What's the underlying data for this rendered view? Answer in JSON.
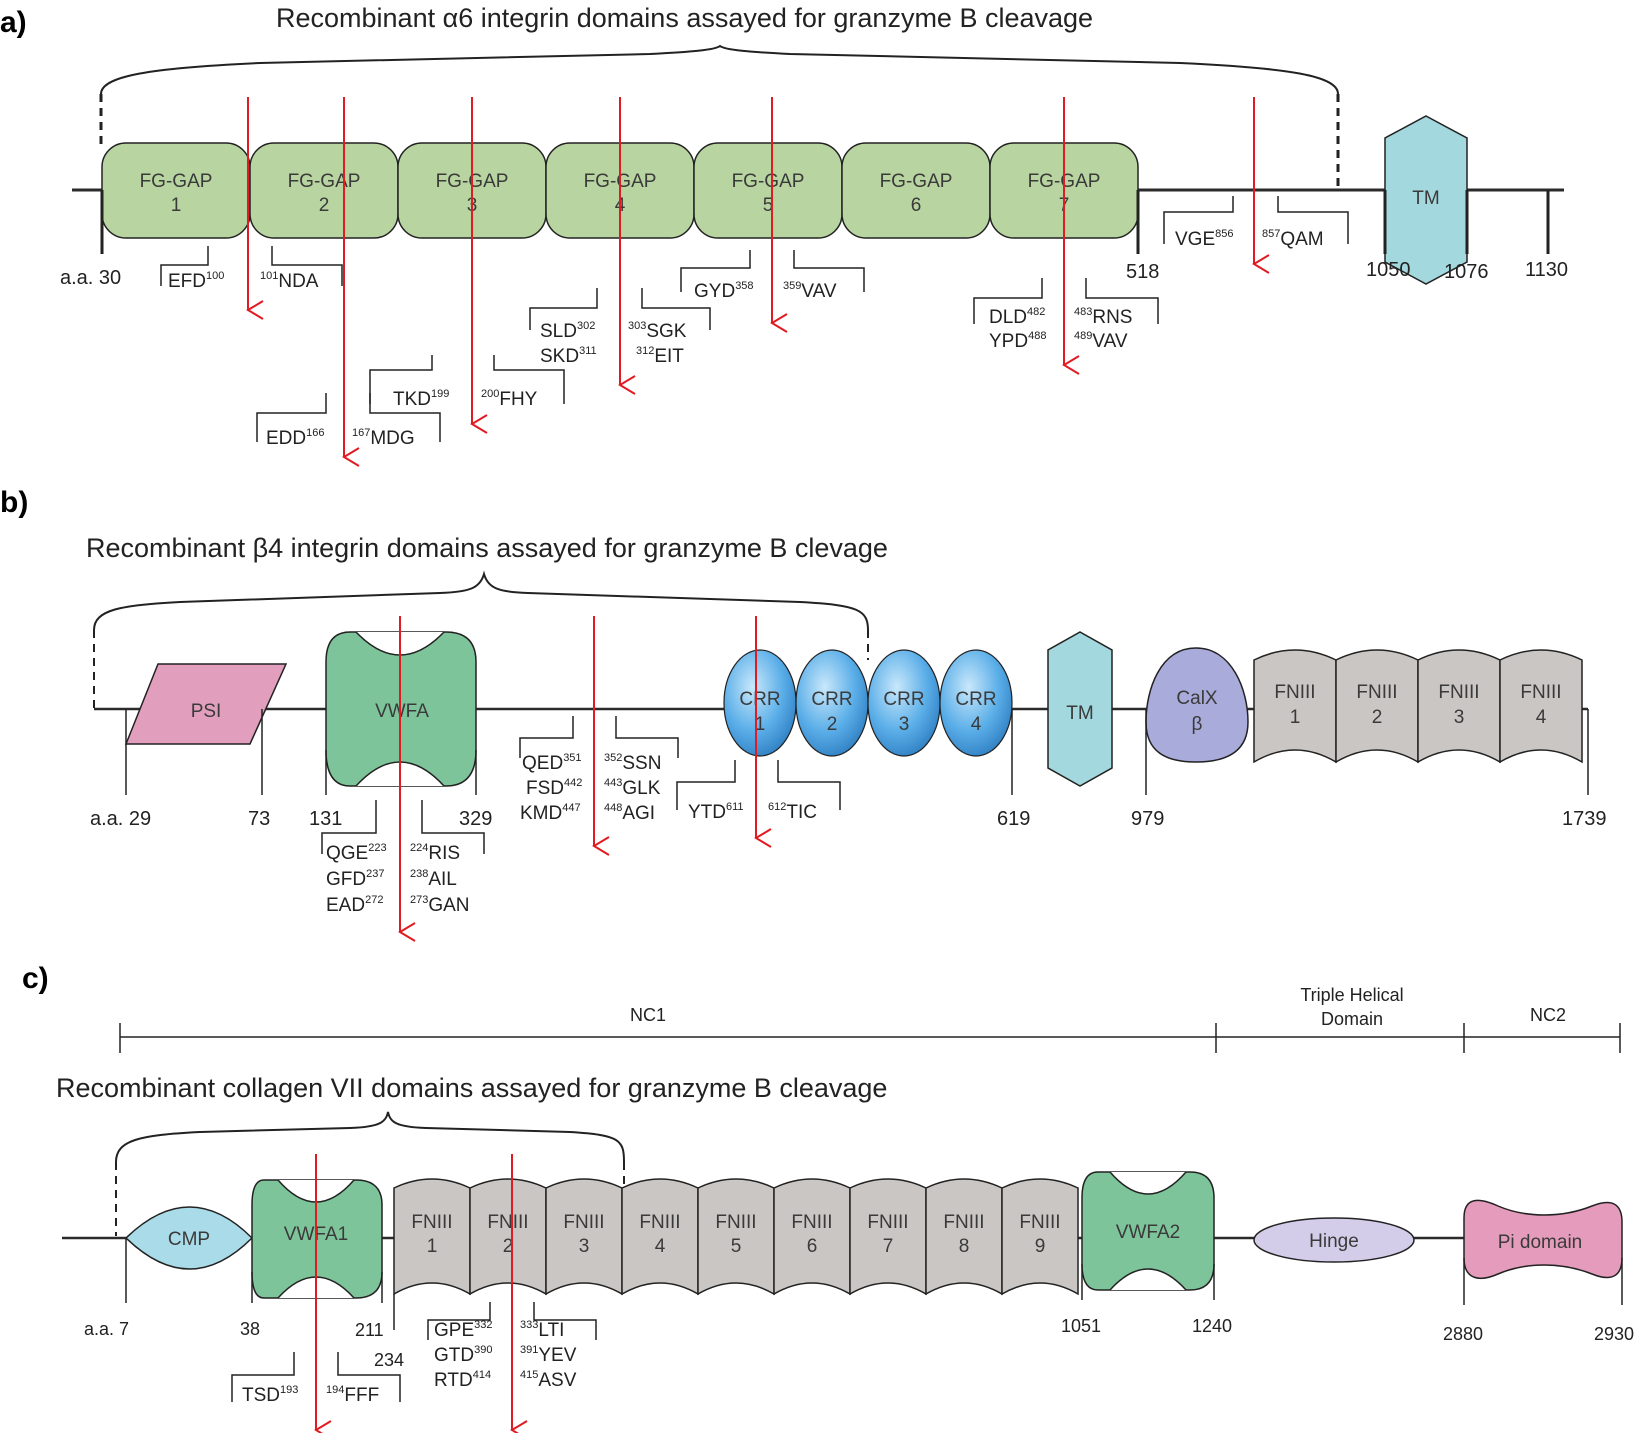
{
  "panels": {
    "a": {
      "label": "a)",
      "title": "Recombinant α6 integrin domains assayed for granzyme B cleavage",
      "domains": [
        "FG-GAP",
        "1",
        "FG-GAP",
        "2",
        "FG-GAP",
        "3",
        "FG-GAP",
        "4",
        "FG-GAP",
        "5",
        "FG-GAP",
        "6",
        "FG-GAP",
        "7",
        "TM"
      ],
      "positions": [
        "a.a. 30",
        "518",
        "1050",
        "1076",
        "1130"
      ],
      "sites": [
        {
          "left": "EFD",
          "left_sup": "100",
          "right_sup": "101",
          "right": "NDA"
        },
        {
          "left": "EDD",
          "left_sup": "166",
          "right_sup": "167",
          "right": "MDG"
        },
        {
          "left": "TKD",
          "left_sup": "199",
          "right_sup": "200",
          "right": "FHY"
        },
        {
          "left": "SLD",
          "left_sup": "302",
          "right_sup": "303",
          "right": "SGK"
        },
        {
          "left": "SKD",
          "left_sup": "311",
          "right_sup": "312",
          "right": "EIT"
        },
        {
          "left": "GYD",
          "left_sup": "358",
          "right_sup": "359",
          "right": "VAV"
        },
        {
          "left": "DLD",
          "left_sup": "482",
          "right_sup": "483",
          "right": "RNS"
        },
        {
          "left": "YPD",
          "left_sup": "488",
          "right_sup": "489",
          "right": "VAV"
        },
        {
          "left": "VGE",
          "left_sup": "856",
          "right_sup": "857",
          "right": "QAM"
        }
      ]
    },
    "b": {
      "label": "b)",
      "title": "Recombinant β4 integrin domains assayed for granzyme B clevage",
      "domains": [
        "PSI",
        "VWFA",
        "CRR",
        "1",
        "CRR",
        "2",
        "CRR",
        "3",
        "CRR",
        "4",
        "TM",
        "CalX",
        "β",
        "FNIII",
        "1",
        "FNIII",
        "2",
        "FNIII",
        "3",
        "FNIII",
        "4"
      ],
      "positions": [
        "a.a. 29",
        "73",
        "131",
        "329",
        "619",
        "979",
        "1739"
      ],
      "sites": [
        {
          "left": "QGE",
          "left_sup": "223",
          "right_sup": "224",
          "right": "RIS"
        },
        {
          "left": "GFD",
          "left_sup": "237",
          "right_sup": "238",
          "right": "AIL"
        },
        {
          "left": "EAD",
          "left_sup": "272",
          "right_sup": "273",
          "right": "GAN"
        },
        {
          "left": "QED",
          "left_sup": "351",
          "right_sup": "352",
          "right": "SSN"
        },
        {
          "left": "FSD",
          "left_sup": "442",
          "right_sup": "443",
          "right": "GLK"
        },
        {
          "left": "KMD",
          "left_sup": "447",
          "right_sup": "448",
          "right": "AGI"
        },
        {
          "left": "YTD",
          "left_sup": "611",
          "right_sup": "612",
          "right": "TIC"
        }
      ]
    },
    "c": {
      "label": "c)",
      "title": "Recombinant collagen VII domains assayed for granzyme B cleavage",
      "regions": [
        "NC1",
        "Triple Helical",
        "Domain",
        "NC2"
      ],
      "domains": [
        "CMP",
        "VWFA1",
        "FNIII",
        "1",
        "FNIII",
        "2",
        "FNIII",
        "3",
        "FNIII",
        "4",
        "FNIII",
        "5",
        "FNIII",
        "6",
        "FNIII",
        "7",
        "FNIII",
        "8",
        "FNIII",
        "9",
        "VWFA2",
        "Hinge",
        "Pi domain"
      ],
      "positions": [
        "a.a. 7",
        "38",
        "211",
        "234",
        "1051",
        "1240",
        "2880",
        "2930"
      ],
      "sites": [
        {
          "left": "TSD",
          "left_sup": "193",
          "right_sup": "194",
          "right": "FFF"
        },
        {
          "left": "GPE",
          "left_sup": "332",
          "right_sup": "333",
          "right": "LTI"
        },
        {
          "left": "GTD",
          "left_sup": "390",
          "right_sup": "391",
          "right": "YEV"
        },
        {
          "left": "RTD",
          "left_sup": "414",
          "right_sup": "415",
          "right": "ASV"
        }
      ]
    }
  },
  "colors": {
    "fg_gap": "#b8d4a0",
    "tm": "#a3d8de",
    "psi": "#e29fbd",
    "vwfa": "#7ec49a",
    "crr": "#5aaee8",
    "calx": "#a9abdb",
    "fniii": "#cac6c3",
    "cmp": "#a9dbe8",
    "hinge": "#d3cdea",
    "pi_domain": "#e59cbc",
    "arrow": "#e11b22",
    "line": "#2b2b2b"
  }
}
